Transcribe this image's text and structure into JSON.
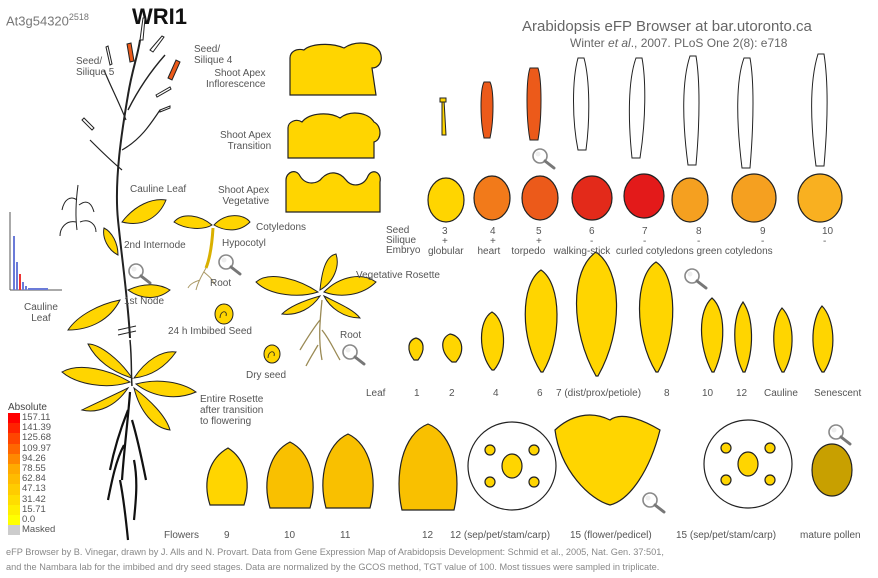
{
  "header": {
    "gene_id": "At3g54320",
    "gene_sup": "2518",
    "gene_name": "WRI1",
    "site_title": "Arabidopsis eFP Browser at bar.utoronto.ca",
    "citation_pre": "Winter ",
    "citation_em": "et al",
    "citation_post": "., 2007. PLoS One 2(8): e718"
  },
  "colors": {
    "yellow": "#ffd500",
    "orange": "#f49020",
    "dark_orange": "#ec5a1a",
    "red": "#e31a1a",
    "outline": "#222222"
  },
  "labels": {
    "seed_silique5": "Seed/\nSilique 5",
    "seed_silique4": "Seed/\nSilique 4",
    "shoot_apex_inflorescence": "Shoot Apex\nInflorescence",
    "shoot_apex_transition": "Shoot Apex\nTransition",
    "shoot_apex_vegetative": "Shoot Apex\nVegetative",
    "cauline_leaf": "Cauline Leaf",
    "second_internode": "2nd Internode",
    "first_node": "1st Node",
    "cotyledons": "Cotyledons",
    "hypocotyl": "Hypocotyl",
    "root_seedling": "Root",
    "imbibed_seed": "24 h Imbibed Seed",
    "dry_seed": "Dry seed",
    "vegetative_rosette": "Vegetative Rosette",
    "root_rosette": "Root",
    "entire_rosette": "Entire Rosette\nafter transition\nto flowering",
    "cauline_small": "Cauline\nLeaf"
  },
  "seed_table": {
    "row_labels": [
      "Seed",
      "Silique",
      "Embryo"
    ],
    "numbers": [
      "3",
      "4",
      "5",
      "6",
      "7",
      "8",
      "9",
      "10"
    ],
    "silique_marks": [
      "+",
      "+",
      "+",
      "-",
      "-",
      "-",
      "-",
      "-"
    ],
    "embryo_stages": "globular     heart    torpedo   walking-stick  curled cotyledons green cotyledons"
  },
  "leaf_row": {
    "row_label": "Leaf",
    "items": [
      "1",
      "2",
      "4",
      "6",
      "7 (dist/prox/petiole)",
      "8",
      "10",
      "12",
      "Cauline",
      "Senescent"
    ]
  },
  "flower_row": {
    "row_label": "Flowers",
    "items": [
      "9",
      "10",
      "11",
      "12",
      "12 (sep/pet/stam/carp)",
      "15 (flower/pedicel)",
      "15 (sep/pet/stam/carp)",
      "mature pollen"
    ]
  },
  "legend": {
    "title": "Absolute",
    "entries": [
      {
        "label": "157.11",
        "color": "#ff0000"
      },
      {
        "label": "141.39",
        "color": "#ff2200"
      },
      {
        "label": "125.68",
        "color": "#ff4500"
      },
      {
        "label": "109.97",
        "color": "#ff6600"
      },
      {
        "label": "94.26",
        "color": "#ff8800"
      },
      {
        "label": "78.55",
        "color": "#ffaa00"
      },
      {
        "label": "62.84",
        "color": "#ffbb00"
      },
      {
        "label": "47.13",
        "color": "#ffcc00"
      },
      {
        "label": "31.42",
        "color": "#ffdd00"
      },
      {
        "label": "15.71",
        "color": "#ffee00"
      },
      {
        "label": "0.0",
        "color": "#ffff00"
      },
      {
        "label": "Masked",
        "color": "#cccccc"
      }
    ]
  },
  "footer": {
    "line1": "eFP Browser by B. Vinegar, drawn by J. Alls and N. Provart. Data from Gene Expression Map of Arabidopsis Development: Schmid et al., 2005, Nat. Gen. 37:501,",
    "line2": "and the Nambara lab for the imbibed and dry seed stages. Data are normalized by the GCOS method, TGT value of 100. Most tissues were sampled in triplicate."
  }
}
